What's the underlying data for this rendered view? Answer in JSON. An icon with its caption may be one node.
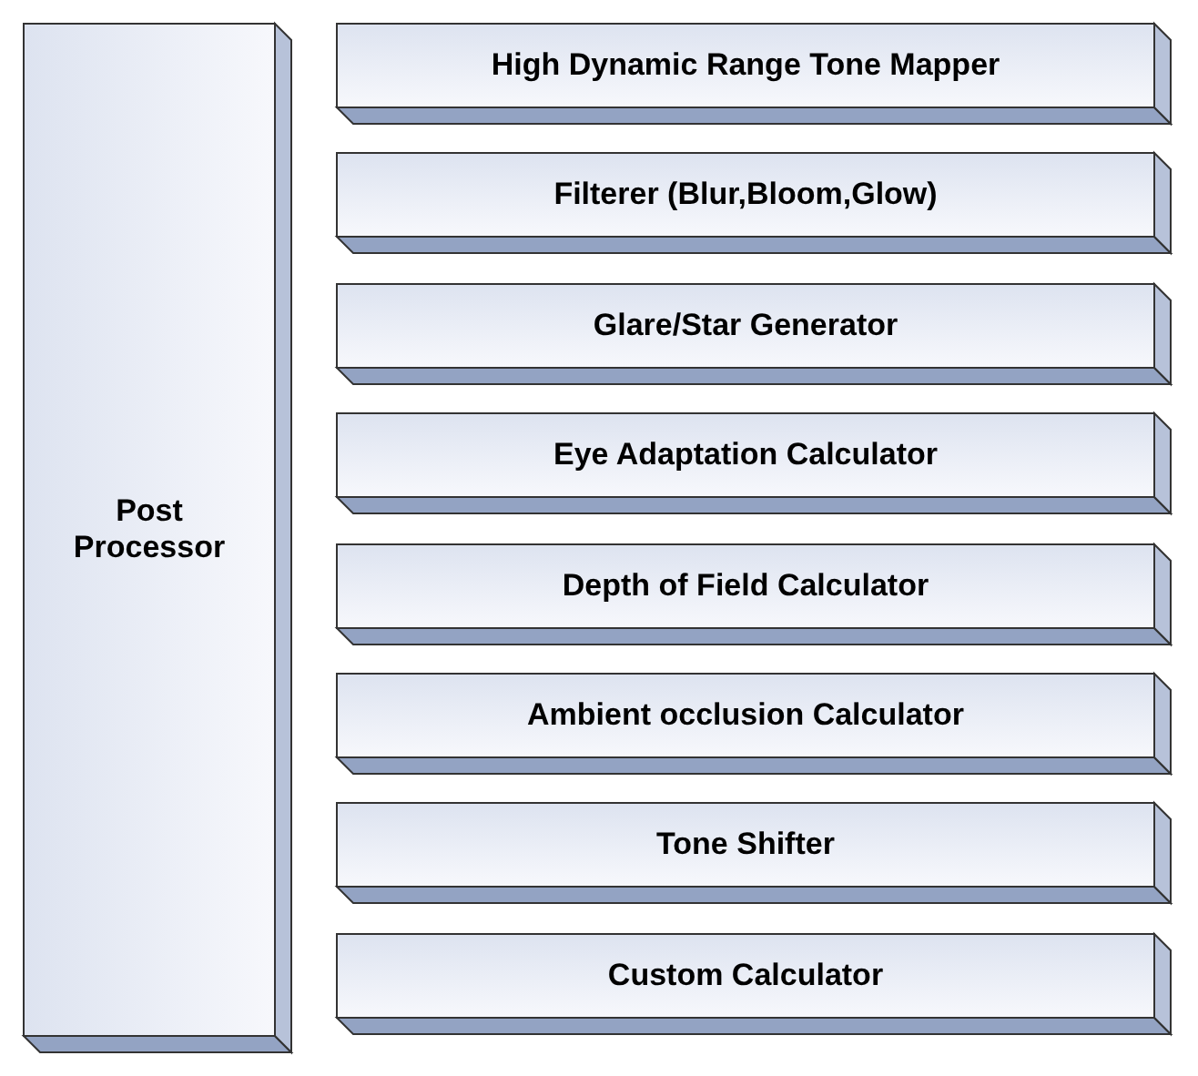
{
  "diagram": {
    "nodes": [
      {
        "text": [
          "Post Processor"
        ]
      },
      {
        "text": [
          "High Dynamic Range Tone Mapper"
        ]
      },
      {
        "text": [
          "Filterer (Blur,Bloom,Glow)"
        ]
      },
      {
        "text": [
          "Glare/Star Generator"
        ]
      },
      {
        "text": [
          "Eye Adaptation Calculator"
        ]
      },
      {
        "text": [
          "Depth of Field Calculator"
        ]
      },
      {
        "text": [
          "Ambient occlusion Calculator"
        ]
      },
      {
        "text": [
          "Tone Shifter"
        ]
      },
      {
        "text": [
          "Custom Calculator"
        ]
      }
    ]
  }
}
